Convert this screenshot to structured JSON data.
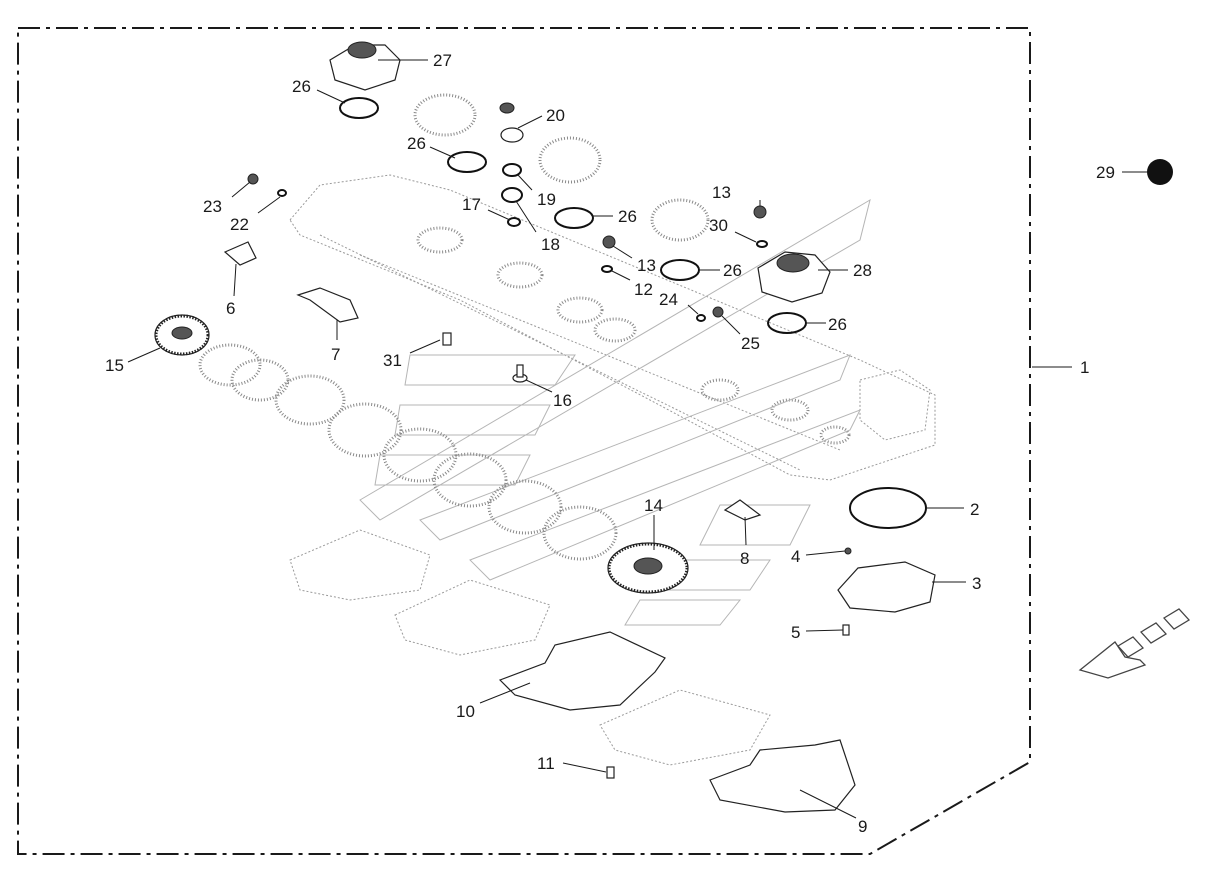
{
  "callouts": [
    {
      "id": "c27",
      "label": "27"
    },
    {
      "id": "c26a",
      "label": "26"
    },
    {
      "id": "c20",
      "label": "20"
    },
    {
      "id": "c26b",
      "label": "26"
    },
    {
      "id": "c19",
      "label": "19"
    },
    {
      "id": "c23",
      "label": "23"
    },
    {
      "id": "c22",
      "label": "22"
    },
    {
      "id": "c17",
      "label": "17"
    },
    {
      "id": "c18",
      "label": "18"
    },
    {
      "id": "c26c",
      "label": "26"
    },
    {
      "id": "c13a",
      "label": "13"
    },
    {
      "id": "c30",
      "label": "30"
    },
    {
      "id": "c29",
      "label": "29"
    },
    {
      "id": "c13b",
      "label": "13"
    },
    {
      "id": "c26d",
      "label": "26"
    },
    {
      "id": "c28",
      "label": "28"
    },
    {
      "id": "c12",
      "label": "12"
    },
    {
      "id": "c6",
      "label": "6"
    },
    {
      "id": "c24",
      "label": "24"
    },
    {
      "id": "c26e",
      "label": "26"
    },
    {
      "id": "c25",
      "label": "25"
    },
    {
      "id": "c7",
      "label": "7"
    },
    {
      "id": "c15",
      "label": "15"
    },
    {
      "id": "c31",
      "label": "31"
    },
    {
      "id": "c1",
      "label": "1"
    },
    {
      "id": "c16",
      "label": "16"
    },
    {
      "id": "c14",
      "label": "14"
    },
    {
      "id": "c2",
      "label": "2"
    },
    {
      "id": "c8",
      "label": "8"
    },
    {
      "id": "c4",
      "label": "4"
    },
    {
      "id": "c3",
      "label": "3"
    },
    {
      "id": "c5",
      "label": "5"
    },
    {
      "id": "c10",
      "label": "10"
    },
    {
      "id": "c11",
      "label": "11"
    },
    {
      "id": "c9",
      "label": "9"
    }
  ],
  "colors": {
    "ink": "#1a1a1a",
    "ghost": "#9a9a9a",
    "background": "#ffffff"
  },
  "icons": {
    "direction_arrow": "travel-direction-arrow-icon",
    "marker": "filled-circle-marker-icon"
  }
}
